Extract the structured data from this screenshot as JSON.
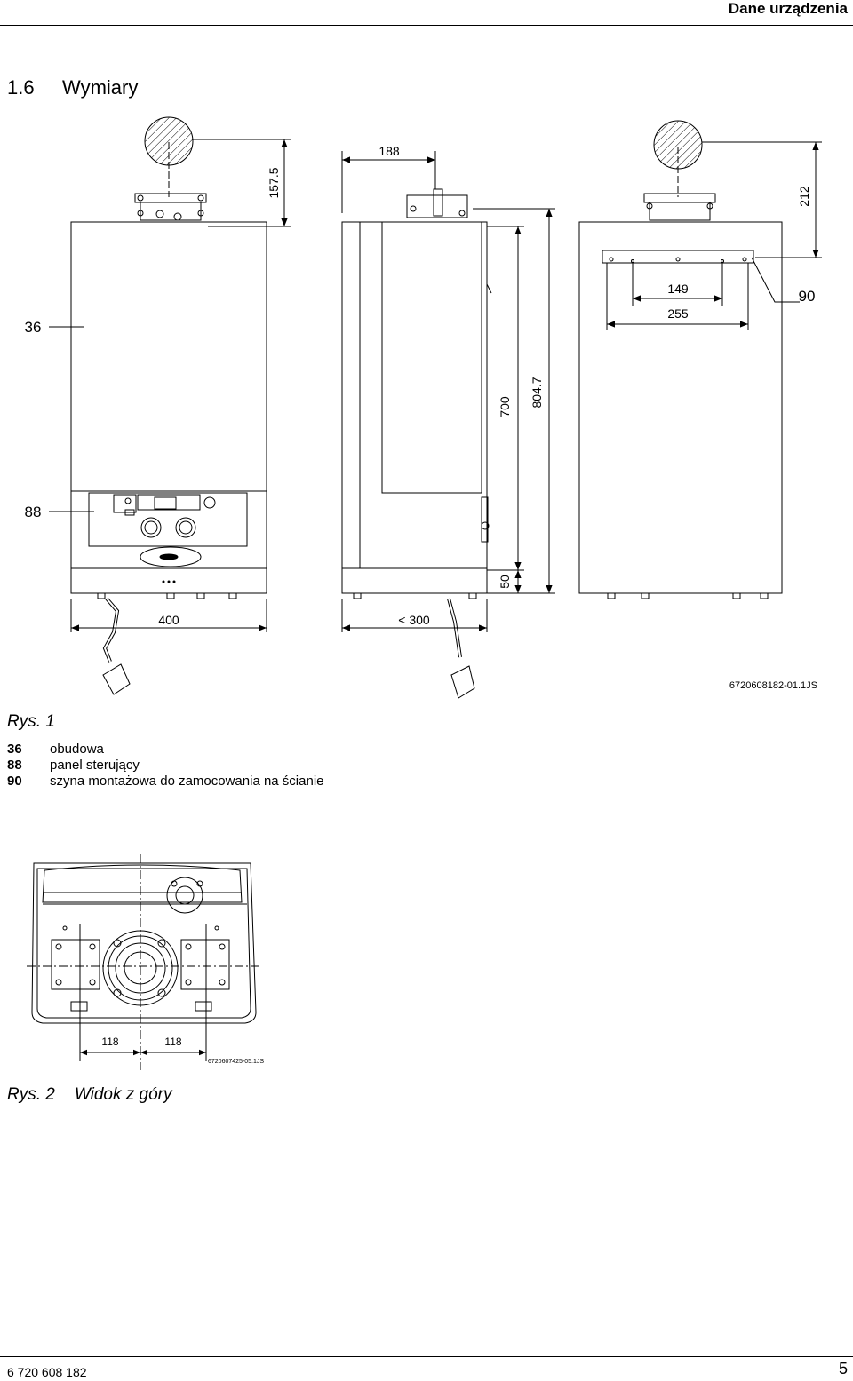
{
  "running_head": "Dane urządzenia",
  "section": {
    "number": "1.6",
    "title": "Wymiary"
  },
  "figure1": {
    "dims": {
      "d157": "157.5",
      "d188": "188",
      "d212": "212",
      "d149": "149",
      "d255": "255",
      "d700": "700",
      "d804": "804.7",
      "d50": "50",
      "d400": "400",
      "d300": "< 300"
    },
    "callouts": {
      "c36": "36",
      "c88": "88",
      "c90": "90"
    },
    "code": "6720608182-01.1JS",
    "caption": "Rys. 1"
  },
  "legend": [
    {
      "key": "36",
      "text": "obudowa"
    },
    {
      "key": "88",
      "text": "panel sterujący"
    },
    {
      "key": "90",
      "text": "szyna montażowa do zamocowania na ścianie"
    }
  ],
  "figure2": {
    "dim_left": "118",
    "dim_right": "118",
    "code": "6720607425-05.1JS",
    "caption_label": "Rys. 2",
    "caption_text": "Widok z góry"
  },
  "footer": {
    "doc_number": "6 720 608 182",
    "page": "5"
  }
}
